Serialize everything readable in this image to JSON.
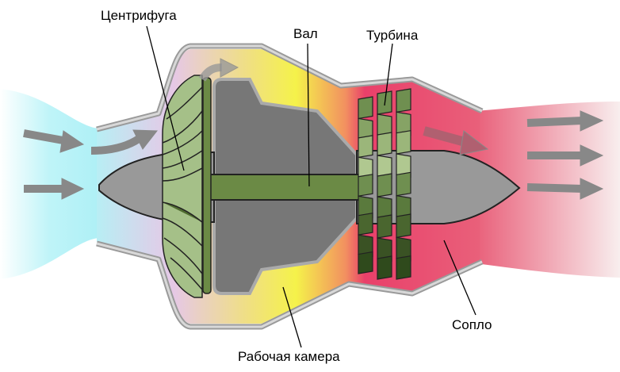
{
  "labels": {
    "centrifuge": "Центрифуга",
    "shaft": "Вал",
    "turbine": "Турбина",
    "nozzle": "Сопло",
    "combustion_chamber": "Рабочая камера"
  },
  "colors": {
    "intake": "#aef4f8",
    "compressor_zone": "#e6c8e6",
    "combustion": "#f5f24a",
    "hot_gas": "#e9566f",
    "exhaust": "#f2d6d6",
    "casing": "#999999",
    "engine_core": "#777777",
    "green_dark": "#2f4a1c",
    "green_mid": "#6b8a45",
    "green_light": "#c2d6a8",
    "arrow": "#888888"
  }
}
